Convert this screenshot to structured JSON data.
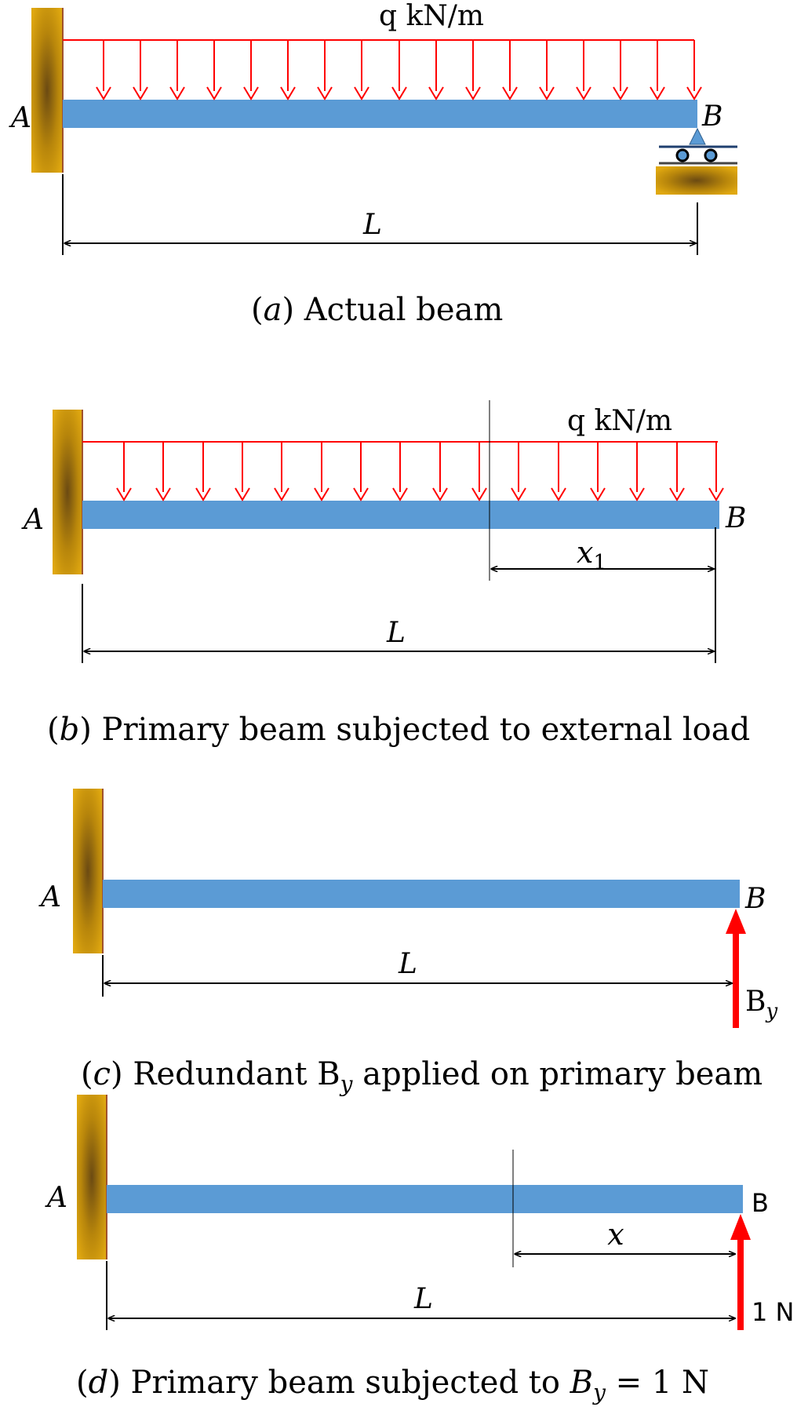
{
  "colors": {
    "beam": "#5b9bd5",
    "load": "#ff0000",
    "wall": "#d4a017",
    "wall_dark": "#7a5a10",
    "support": "#5b9bd5",
    "ground": "#c49a2a"
  },
  "panel_a": {
    "load_label": "q kN/m",
    "label_a": "A",
    "label_b": "B",
    "span_label": "L",
    "caption_letter": "a",
    "caption_text": "Actual beam"
  },
  "panel_b": {
    "load_label": "q kN/m",
    "label_a": "A",
    "label_b": "B",
    "x_label": "x",
    "x_sub": "1",
    "span_label": "L",
    "caption_letter": "b",
    "caption_text": "Primary beam subjected to external load"
  },
  "panel_c": {
    "label_a": "A",
    "label_b": "B",
    "span_label": "L",
    "force_label": "B",
    "force_sub": "y",
    "caption_letter": "c",
    "caption_pre": "Redundant B",
    "caption_sub": "y",
    "caption_post": "applied on primary beam"
  },
  "panel_d": {
    "label_a": "A",
    "label_b": "B",
    "x_label": "x",
    "span_label": "L",
    "force_label": "1 N",
    "caption_letter": "d",
    "caption_pre": "Primary beam subjected to",
    "caption_var": "B",
    "caption_sub": "y",
    "caption_eq": "= 1 N"
  }
}
